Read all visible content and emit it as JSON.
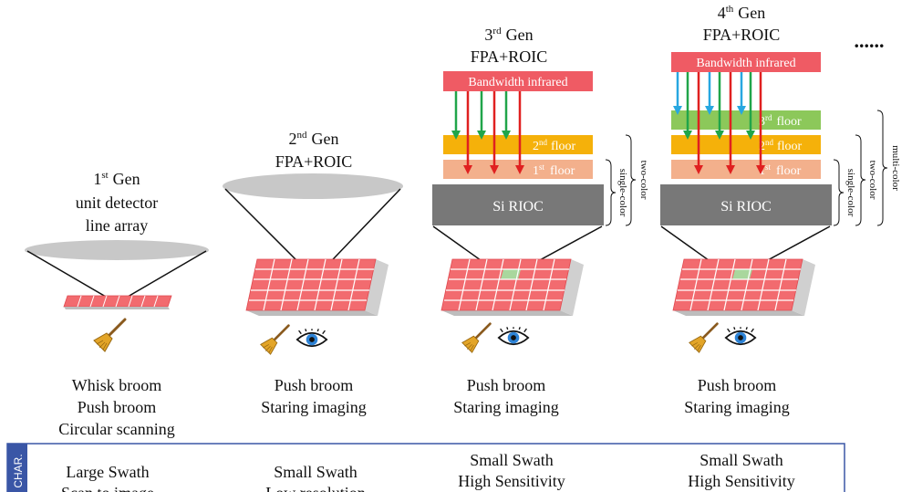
{
  "generations": [
    {
      "gen_number": "1",
      "gen_suffix": "st",
      "gen_word": "Gen",
      "title_lines": [
        "unit detector",
        "line array"
      ],
      "modes": [
        "Whisk broom",
        "Push broom",
        "Circular scanning"
      ],
      "characteristics": [
        "Large Swath",
        "Scan to image"
      ]
    },
    {
      "gen_number": "2",
      "gen_suffix": "nd",
      "gen_word": "Gen",
      "title_lines": [
        "FPA+ROIC"
      ],
      "modes": [
        "Push broom",
        "Staring imaging"
      ],
      "characteristics": [
        "Small Swath",
        "Low resolution"
      ]
    },
    {
      "gen_number": "3",
      "gen_suffix": "rd",
      "gen_word": "Gen",
      "title_lines": [
        "FPA+ROIC"
      ],
      "modes": [
        "Push broom",
        "Staring imaging"
      ],
      "characteristics": [
        "Small Swath",
        "High Sensitivity"
      ],
      "infrared_label": "Bandwidth infrared",
      "floors": [
        {
          "num": "2",
          "suffix": "nd",
          "word": "floor"
        },
        {
          "num": "1",
          "suffix": "st",
          "word": "floor"
        }
      ],
      "roic_label": "Si RIOC",
      "brackets": [
        "single-color",
        "two-color"
      ]
    },
    {
      "gen_number": "4",
      "gen_suffix": "th",
      "gen_word": "Gen",
      "title_lines": [
        "FPA+ROIC"
      ],
      "modes": [
        "Push broom",
        "Staring imaging"
      ],
      "characteristics": [
        "Small Swath",
        "High Sensitivity"
      ],
      "infrared_label": "Bandwidth infrared",
      "floors": [
        {
          "num": "3",
          "suffix": "rd",
          "word": "floor"
        },
        {
          "num": "2",
          "suffix": "nd",
          "word": "floor"
        },
        {
          "num": "1",
          "suffix": "st",
          "word": "floor"
        }
      ],
      "roic_label": "Si RIOC",
      "brackets": [
        "single-color",
        "two-color",
        "multi-color"
      ]
    }
  ],
  "ellipsis": "......",
  "char_row_label": "CHAR.",
  "colors": {
    "infrared_bar": "#ef5b64",
    "floor3": "#8cc85a",
    "floor2": "#f5b10a",
    "floor1": "#f3b08c",
    "roic": "#787878",
    "lens": "#c8c8c8",
    "pixel": "#f26b6f",
    "pixel_highlight": "#a9d79d",
    "arrow_red": "#e02020",
    "arrow_green": "#20a54a",
    "arrow_blue": "#27a7e0",
    "char_frame": "#3a56a6"
  },
  "icons": [
    "broom-icon",
    "eye-icon"
  ]
}
